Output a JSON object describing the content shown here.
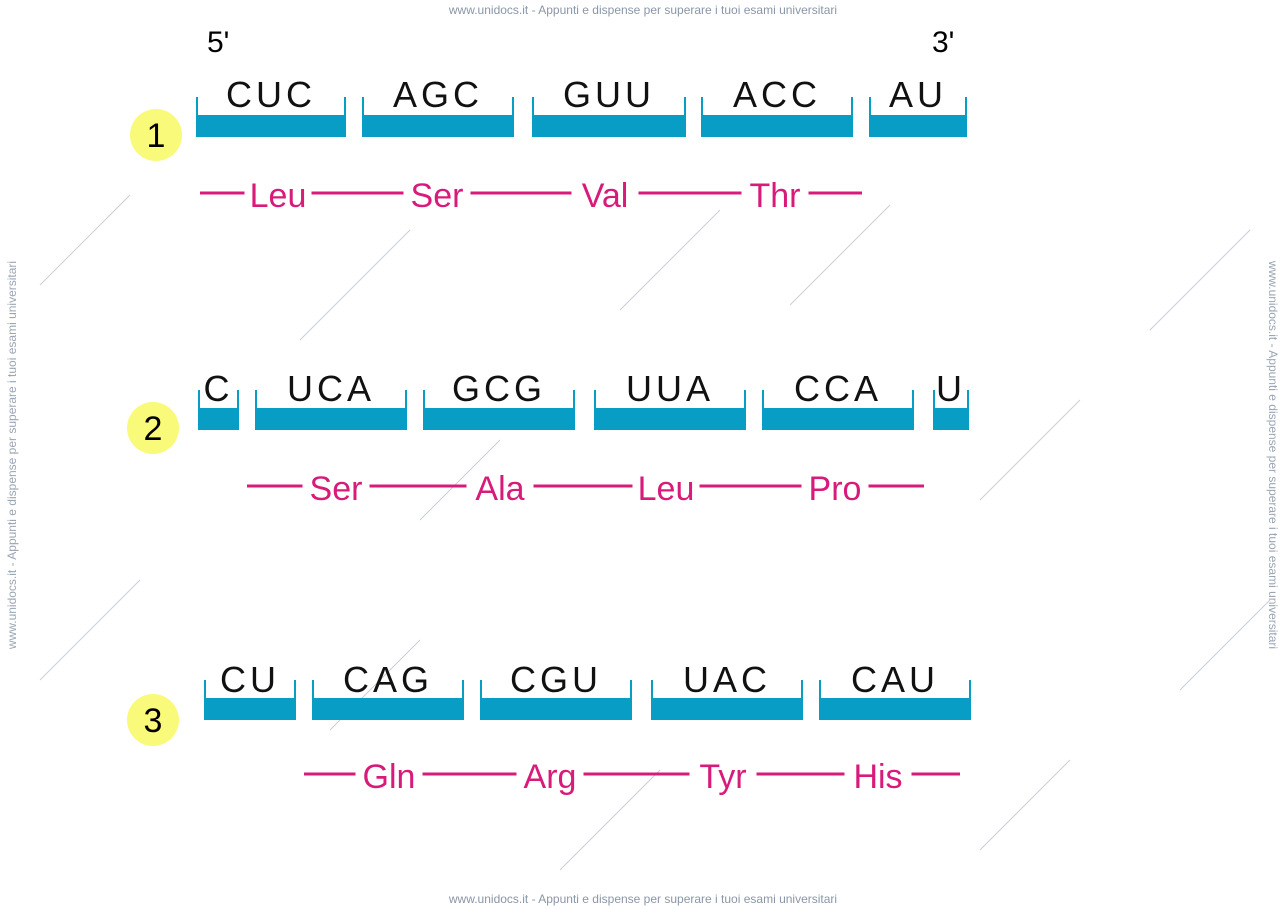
{
  "watermarks": {
    "top": "www.unidocs.it - Appunti e dispense per superare i tuoi esami universitari",
    "bottom": "www.unidocs.it - Appunti e dispense per superare i tuoi esami universitari",
    "side": "www.unidocs.it - Appunti e dispense per superare i tuoi esami universitari"
  },
  "strand_ends": {
    "five_prime": "5'",
    "three_prime": "3'"
  },
  "colors": {
    "codon_bar": "#079dc4",
    "amino_acid": "#d81b7a",
    "number_badge": "#fafa7a",
    "codon_text": "#111111"
  },
  "frames": [
    {
      "number": "1",
      "codons": [
        "CUC",
        "AGC",
        "GUU",
        "ACC",
        "AU"
      ],
      "amino_acids": [
        "Leu",
        "Ser",
        "Val",
        "Thr"
      ]
    },
    {
      "number": "2",
      "codons": [
        "C",
        "UCA",
        "GCG",
        "UUA",
        "CCA",
        "U"
      ],
      "amino_acids": [
        "Ser",
        "Ala",
        "Leu",
        "Pro"
      ]
    },
    {
      "number": "3",
      "codons": [
        "CU",
        "CAG",
        "CGU",
        "UAC",
        "CAU"
      ],
      "amino_acids": [
        "Gln",
        "Arg",
        "Tyr",
        "His"
      ]
    }
  ]
}
